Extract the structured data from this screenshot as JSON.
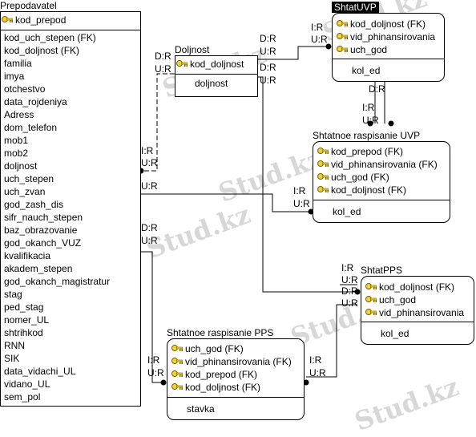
{
  "entities": {
    "prepodavatel": {
      "title": "Prepodavatel",
      "key": "kod_prepod",
      "attrs": [
        "kod_uch_stepen (FK)",
        "kod_doljnost (FK)",
        "familia",
        "imya",
        "otchestvo",
        "data_rojdeniya",
        "Adress",
        "dom_telefon",
        "mob1",
        "mob2",
        "doljnost",
        "uch_stepen",
        "uch_zvan",
        "god_zash_dis",
        "sifr_nauch_stepen",
        "baz_obrazovanie",
        "god_okanch_VUZ",
        "kvalifikacia",
        "akadem_stepen",
        "god_okanch_magistratur",
        "stag",
        "ped_stag",
        "nomer_UL",
        "shtrihkod",
        "RNN",
        "SIK",
        "data_vidachi_UL",
        "vidano_UL",
        "sem_pol"
      ]
    },
    "doljnost": {
      "title": "Doljnost",
      "key": "kod_doljnost",
      "attrs": [
        "doljnost"
      ]
    },
    "shtatuvp": {
      "title": "ShtatUVP",
      "keys": [
        "kod_doljnost (FK)",
        "vid_phinansirovania",
        "uch_god"
      ],
      "attrs": [
        "kol_ed"
      ]
    },
    "rasp_uvp": {
      "title": "Shtatnoe raspisanie UVP",
      "keys": [
        "kod_prepod (FK)",
        "vid_phinansirovania (FK)",
        "uch_god (FK)",
        "kod_doljnost (FK)"
      ],
      "attrs": [
        "kol_ed"
      ]
    },
    "shtatpps": {
      "title": "ShtatPPS",
      "keys": [
        "kod_doljnost (FK)",
        "uch_god",
        "vid_phinansirovania"
      ],
      "attrs": [
        "kol_ed"
      ]
    },
    "rasp_pps": {
      "title": "Shtatnoe raspisanie PPS",
      "keys": [
        "uch_god (FK)",
        "vid_phinansirovania (FK)",
        "kod_prepod (FK)",
        "kod_doljnost (FK)"
      ],
      "attrs": [
        "stavka"
      ]
    }
  },
  "labels": {
    "dr1": "D:R",
    "ur1": "U:R",
    "dr2": "D:R",
    "ur2": "U:R",
    "ir1": "I:R",
    "ur3": "U:R",
    "dr3": "D:R",
    "ur4": "U:R",
    "dr4": "D:R",
    "ir2": "I:R",
    "ur5": "U:R",
    "ir3": "I:R",
    "ur6": "U:R",
    "ur7": "U:R",
    "ir4": "I:R",
    "ur8": "U:R",
    "dr5": "D:R",
    "ur9": "U:R",
    "ir5": "I:R",
    "ur10": "U:R",
    "dr6": "D:R",
    "ur11": "U:R",
    "ir6": "I:R",
    "ur12": "U:R",
    "r1": "I:R",
    "r2": "U:R"
  },
  "watermark": "Stud.kz"
}
